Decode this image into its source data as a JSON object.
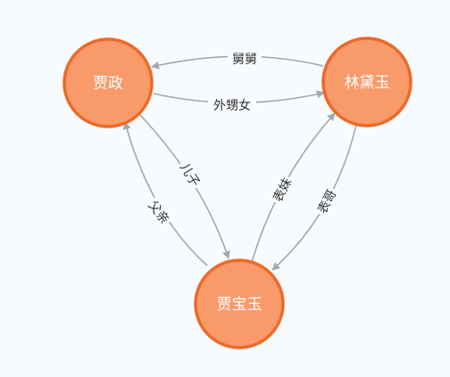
{
  "graph": {
    "colors": {
      "background": "#f8fbfe",
      "node_fill": "#f99a6b",
      "node_stroke": "#ec6a28",
      "edge": "#a2a7b0",
      "edge_label": "#333333",
      "node_label": "#ffffff"
    },
    "nodes": {
      "jiazheng": "贾政",
      "lindaiyu": "林黛玉",
      "jiabaoyu": "贾宝玉"
    },
    "edges": {
      "lin_to_jia": "舅舅",
      "jia_to_lin": "外甥女",
      "jia_to_bao": "儿子",
      "bao_to_jia": "父亲",
      "bao_to_lin": "表妹",
      "lin_to_bao": "表哥"
    }
  }
}
